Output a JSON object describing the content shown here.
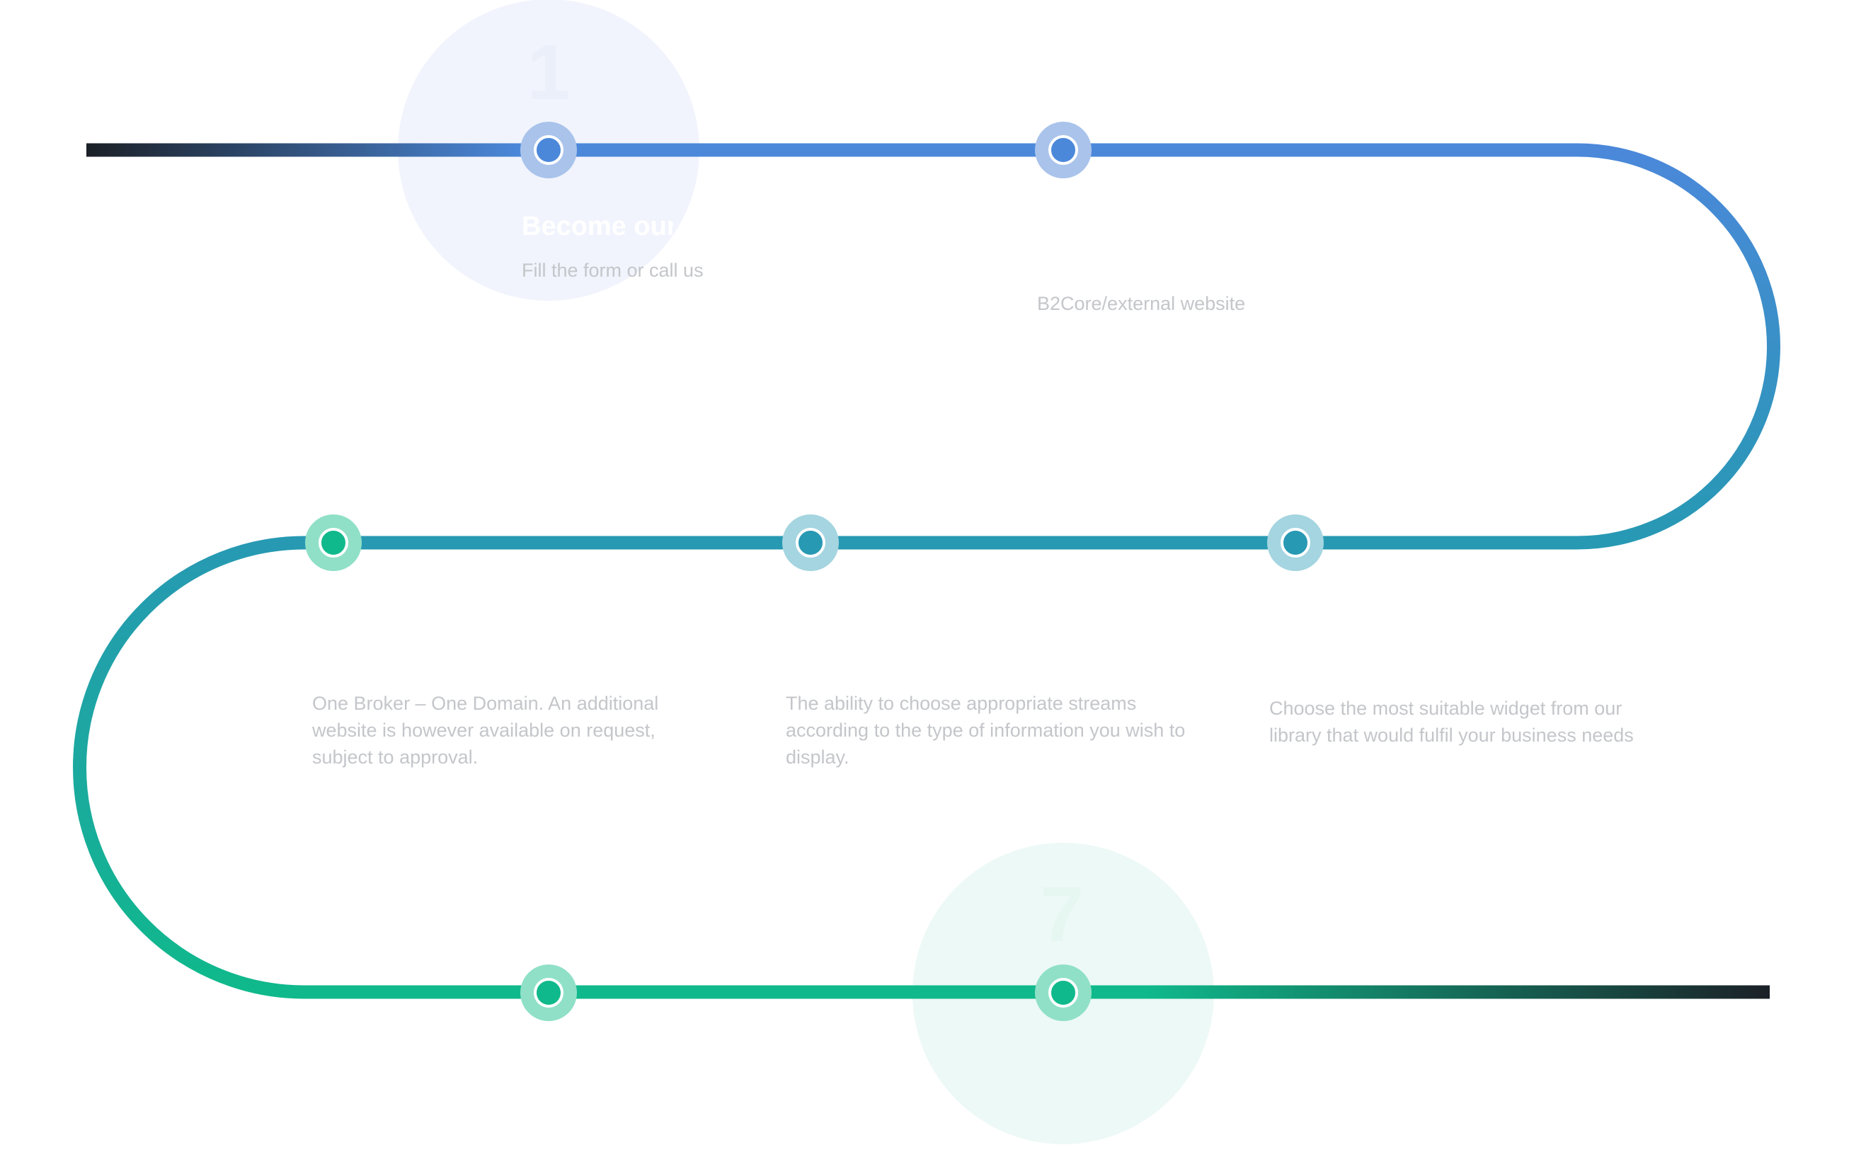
{
  "steps": [
    {
      "number": "1",
      "title": "Become our",
      "description": "Fill the form or call us",
      "highlighted": true
    },
    {
      "number": "",
      "title": "",
      "description": "B2Core/external website",
      "highlighted": false
    },
    {
      "number": "",
      "title": "",
      "description": "Choose the most suitable widget from our library that would fulfil your business needs",
      "highlighted": false
    },
    {
      "number": "",
      "title": "",
      "description": "The ability to choose appropriate streams according to the type of information you wish to display.",
      "highlighted": false
    },
    {
      "number": "",
      "title": "",
      "description": "One Broker – One Domain. An additional website is however available on request, subject to approval.",
      "highlighted": false
    },
    {
      "number": "",
      "title": "",
      "description": "",
      "highlighted": false
    },
    {
      "number": "7",
      "title": "",
      "description": "",
      "highlighted": true
    }
  ],
  "colors": {
    "line_start": "#1b2027",
    "blue": "#4b88da",
    "teal": "#2799b3",
    "green": "#0fb98b",
    "line_end": "#1b2027",
    "blue_halo": "#a9c3eb",
    "teal_halo": "#a4d5e0",
    "green_halo": "#8fe0c7",
    "highlight_blue_circle": "#f1f4fc",
    "highlight_green_circle": "#edf9f6",
    "text": "#c4c6ca"
  }
}
